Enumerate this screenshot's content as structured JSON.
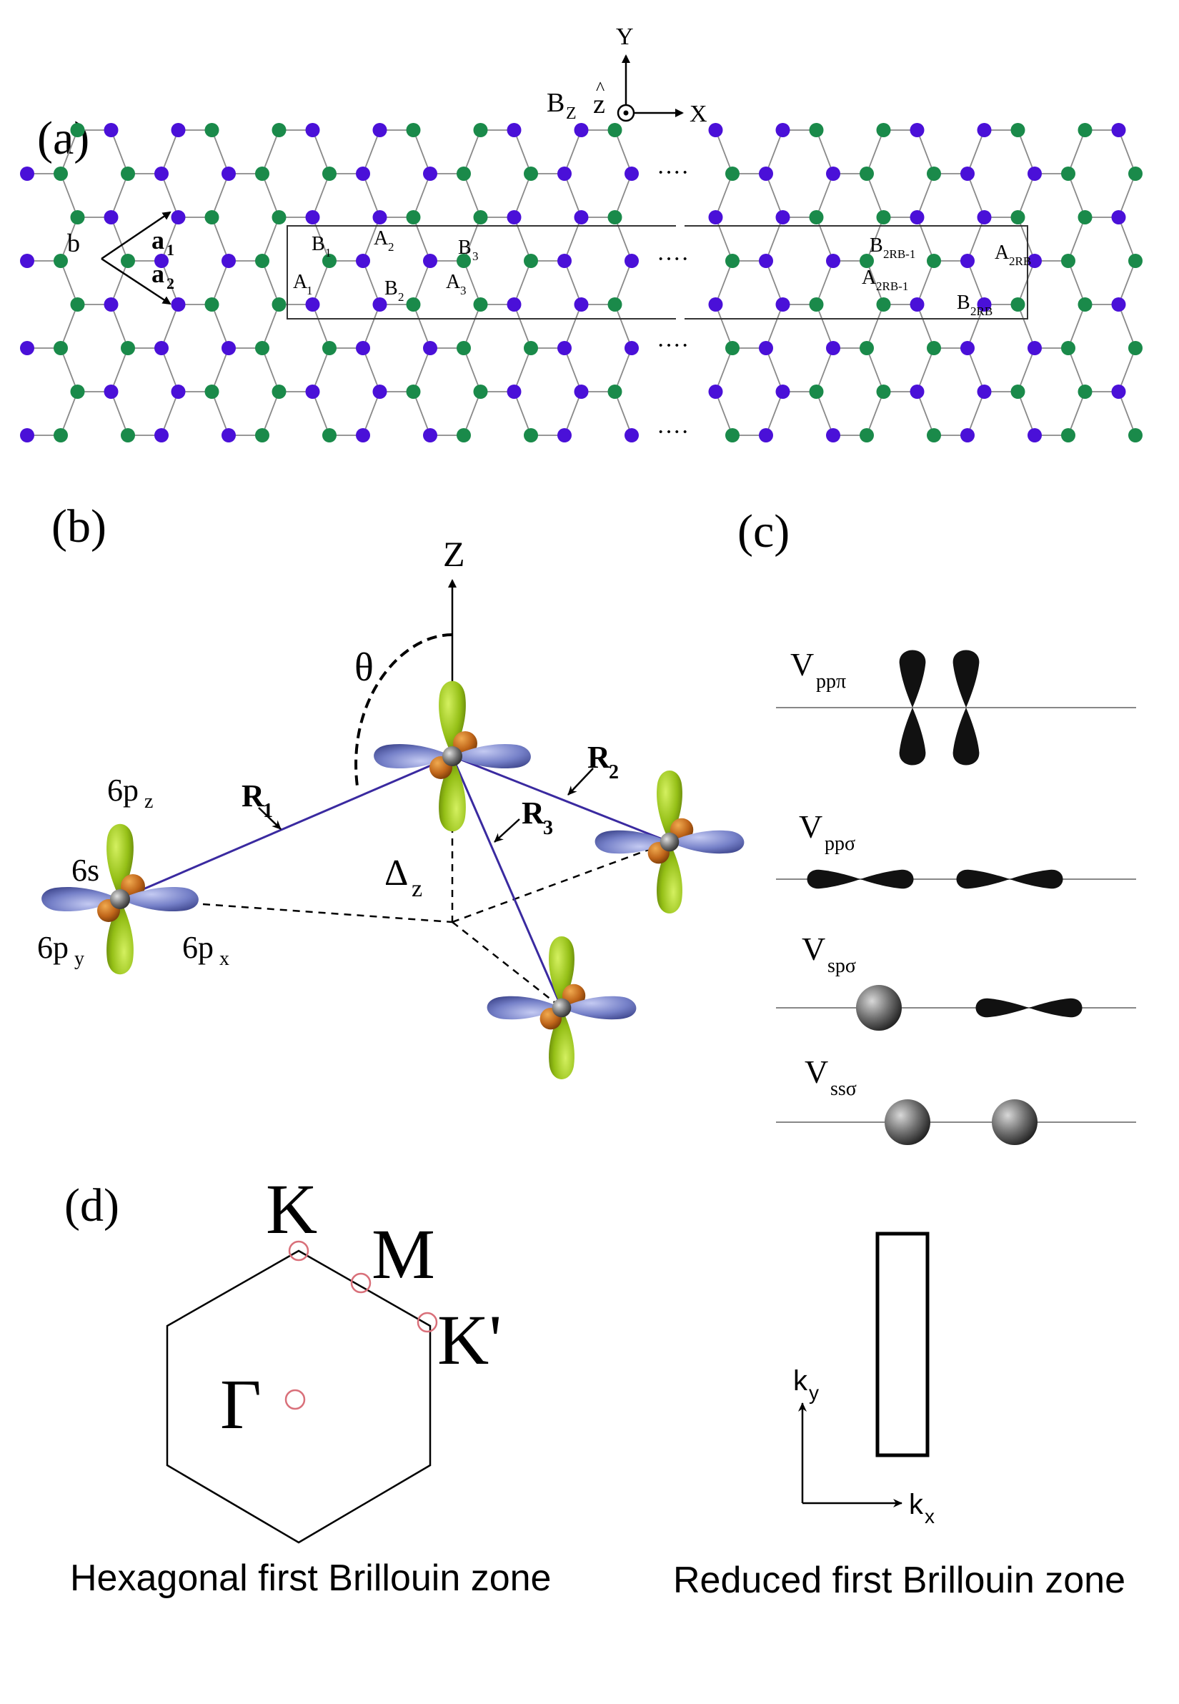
{
  "panels": {
    "a": {
      "label": "(a)",
      "axes": {
        "y": "Y",
        "x": "X",
        "b": "B",
        "b_sub": "Z",
        "z": "z"
      },
      "dots": "····",
      "lattice_labels": {
        "b": "b",
        "a1": "a",
        "a1_sub": "1",
        "a2": "a",
        "a2_sub": "2"
      },
      "sites": [
        {
          "id": "A1",
          "base": "A",
          "sub": "1"
        },
        {
          "id": "B1",
          "base": "B",
          "sub": "1"
        },
        {
          "id": "A2",
          "base": "A",
          "sub": "2"
        },
        {
          "id": "B2",
          "base": "B",
          "sub": "2"
        },
        {
          "id": "A3",
          "base": "A",
          "sub": "3"
        },
        {
          "id": "B3",
          "base": "B",
          "sub": "3"
        },
        {
          "id": "B2RB-1",
          "base": "B",
          "sub": "2RB-1"
        },
        {
          "id": "A2RB-1",
          "base": "A",
          "sub": "2RB-1"
        },
        {
          "id": "A2RB",
          "base": "A",
          "sub": "2RB"
        },
        {
          "id": "B2RB",
          "base": "B",
          "sub": "2RB"
        }
      ],
      "colors": {
        "a_site": "#1a8a4a",
        "b_site": "#4a10d8",
        "bond": "#8a8a8a"
      }
    },
    "b": {
      "label": "(b)",
      "z_axis": "Z",
      "theta": "θ",
      "delta": "Δ",
      "delta_sub": "z",
      "vectors": [
        {
          "base": "R",
          "sub": "1"
        },
        {
          "base": "R",
          "sub": "2"
        },
        {
          "base": "R",
          "sub": "3"
        }
      ],
      "orbitals": [
        {
          "id": "6pz",
          "base": "6p",
          "sub": "z",
          "color": "#8bb81e"
        },
        {
          "id": "6s",
          "base": "6s",
          "sub": "",
          "color": "#8a8a8a"
        },
        {
          "id": "6py",
          "base": "6p",
          "sub": "y",
          "color": "#b8621a"
        },
        {
          "id": "6px",
          "base": "6p",
          "sub": "x",
          "color": "#7080c8"
        }
      ],
      "colors": {
        "bond": "#3a2aa0",
        "atom": "#666666",
        "pz": "#9cc41f",
        "px": "#7b86cc",
        "py": "#c0691a"
      }
    },
    "c": {
      "label": "(c)",
      "bonds": [
        {
          "id": "pp-pi",
          "base": "V",
          "sub": "ppπ"
        },
        {
          "id": "pp-sigma",
          "base": "V",
          "sub": "ppσ"
        },
        {
          "id": "sp-sigma",
          "base": "V",
          "sub": "spσ"
        },
        {
          "id": "ss-sigma",
          "base": "V",
          "sub": "ssσ"
        }
      ]
    },
    "d": {
      "label": "(d)",
      "points": {
        "K": "K",
        "M": "M",
        "Kp": "K'",
        "Gamma": "Γ"
      },
      "ky": "k",
      "ky_sub": "y",
      "kx": "k",
      "kx_sub": "x",
      "caption_hex": "Hexagonal first Brillouin zone",
      "caption_reduced": "Reduced first Brillouin zone"
    }
  }
}
